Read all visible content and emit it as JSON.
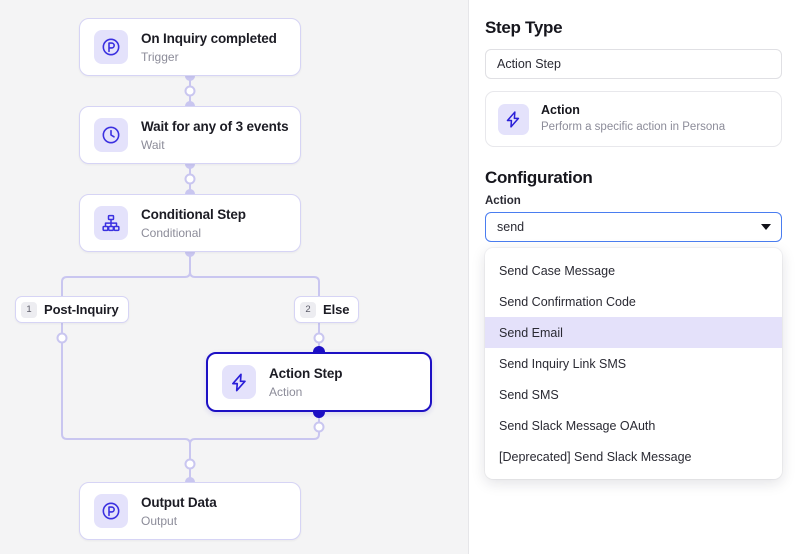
{
  "workflow": {
    "nodes": [
      {
        "title": "On Inquiry completed",
        "subtitle": "Trigger",
        "icon": "persona-logo-icon"
      },
      {
        "title": "Wait for any of 3 events",
        "subtitle": "Wait",
        "icon": "clock-icon"
      },
      {
        "title": "Conditional Step",
        "subtitle": "Conditional",
        "icon": "hierarchy-icon"
      },
      {
        "title": "Action Step",
        "subtitle": "Action",
        "icon": "lightning-bolt-icon"
      },
      {
        "title": "Output Data",
        "subtitle": "Output",
        "icon": "persona-logo-icon"
      }
    ],
    "branches": [
      {
        "number": "1",
        "label": "Post-Inquiry"
      },
      {
        "number": "2",
        "label": "Else"
      }
    ],
    "colors": {
      "canvas_background": "#f4f4f5",
      "edge": "#c9c6f0",
      "selected_border": "#1d10c4",
      "icon_tile": "#e4e2fb",
      "icon_glyph": "#3b30e0"
    }
  },
  "panel": {
    "step_type": {
      "heading": "Step Type",
      "name_value": "Action Step",
      "card": {
        "title": "Action",
        "description": "Perform a specific action in Persona",
        "icon": "lightning-bolt-icon"
      }
    },
    "configuration": {
      "heading": "Configuration",
      "action_label": "Action",
      "select_value": "send",
      "select_placeholder": "send",
      "caret_icon": "chevron-down-icon",
      "options": [
        {
          "label": "Send Case Message",
          "selected": false
        },
        {
          "label": "Send Confirmation Code",
          "selected": false
        },
        {
          "label": "Send Email",
          "selected": true
        },
        {
          "label": "Send Inquiry Link SMS",
          "selected": false
        },
        {
          "label": "Send SMS",
          "selected": false
        },
        {
          "label": "Send Slack Message OAuth",
          "selected": false
        },
        {
          "label": "[Deprecated] Send Slack Message",
          "selected": false
        }
      ],
      "highlight_color": "#e4e1fa",
      "focus_border_color": "#4a7df0"
    }
  }
}
